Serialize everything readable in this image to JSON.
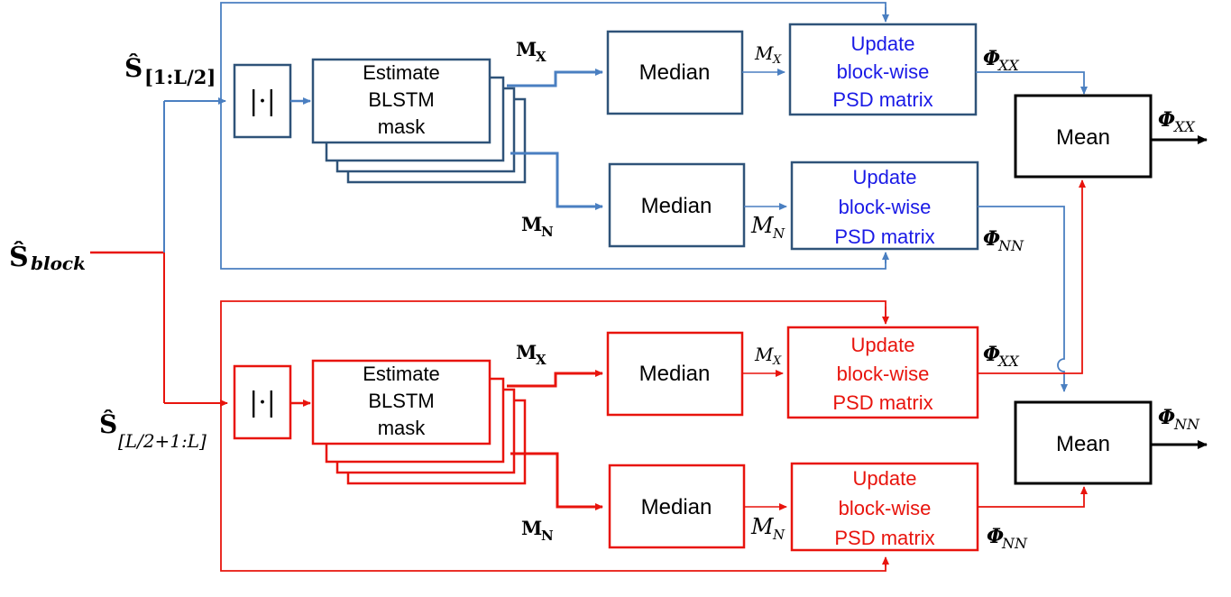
{
  "colors": {
    "blue_box": "#2f5379",
    "blue_line": "#4a7fc1",
    "blue_text": "#1a1ae6",
    "red": "#e8140d",
    "black": "#000000"
  },
  "input": {
    "symbol": "Ŝ",
    "subscript": "block"
  },
  "upper_branch": {
    "input_symbol": "Ŝ",
    "input_subscript": "[1:L/2]",
    "abs_label": "|·|",
    "estimate_lines": [
      "Estimate",
      "BLSTM",
      "mask"
    ],
    "mx_label": "M",
    "mx_sub": "X",
    "mn_label": "M",
    "mn_sub": "N",
    "median_top": "Median",
    "median_bottom": "Median",
    "mx_arrow": "M",
    "mx_arrow_sub": "X",
    "mn_arrow": "M",
    "mn_arrow_sub": "N",
    "update_top_lines": [
      "Update",
      "block-wise",
      "PSD matrix"
    ],
    "update_bottom_lines": [
      "Update",
      "block-wise",
      "PSD matrix"
    ],
    "phi_xx": "Φ",
    "phi_xx_sub": "XX",
    "phi_nn": "Φ",
    "phi_nn_sub": "NN"
  },
  "lower_branch": {
    "input_symbol": "Ŝ",
    "input_subscript": "[L/2+1:L]",
    "abs_label": "|·|",
    "estimate_lines": [
      "Estimate",
      "BLSTM",
      "mask"
    ],
    "mx_label": "M",
    "mx_sub": "X",
    "mn_label": "M",
    "mn_sub": "N",
    "median_top": "Median",
    "median_bottom": "Median",
    "mx_arrow": "M",
    "mx_arrow_sub": "X",
    "mn_arrow": "M",
    "mn_arrow_sub": "N",
    "update_top_lines": [
      "Update",
      "block-wise",
      "PSD matrix"
    ],
    "update_bottom_lines": [
      "Update",
      "block-wise",
      "PSD matrix"
    ],
    "phi_xx": "Φ",
    "phi_xx_sub": "XX",
    "phi_nn": "Φ",
    "phi_nn_sub": "NN"
  },
  "outputs": {
    "mean_top": "Mean",
    "mean_bottom": "Mean",
    "out_xx": "Φ",
    "out_xx_sub": "XX",
    "out_nn": "Φ",
    "out_nn_sub": "NN"
  }
}
